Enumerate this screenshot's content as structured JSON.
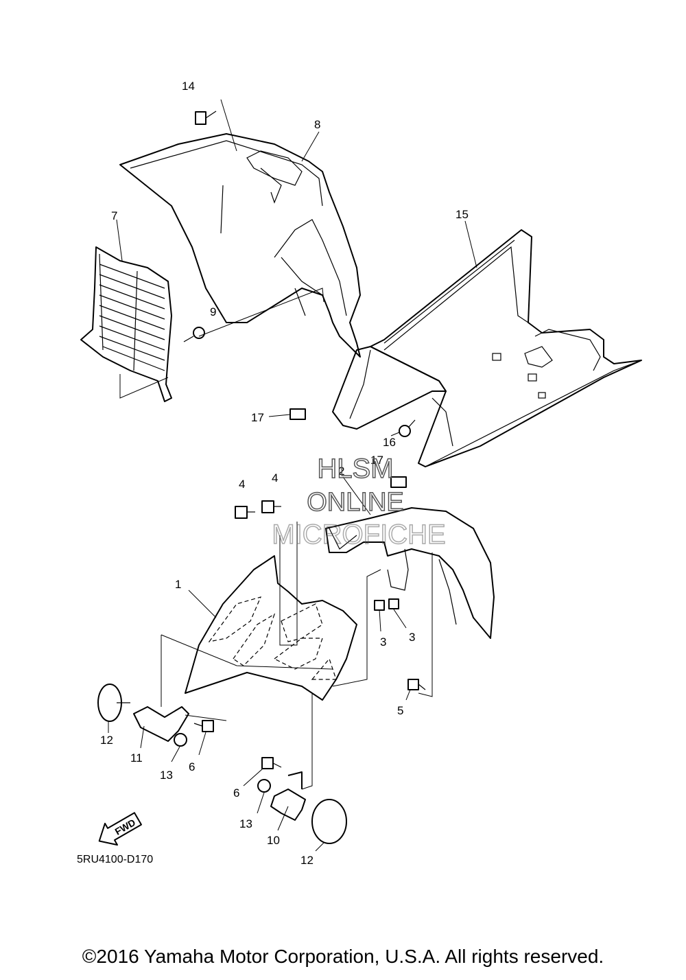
{
  "labels": {
    "p1": "1",
    "p2": "2",
    "p3a": "3",
    "p3b": "3",
    "p4a": "4",
    "p4b": "4",
    "p5": "5",
    "p6a": "6",
    "p6b": "6",
    "p7": "7",
    "p8": "8",
    "p9": "9",
    "p10": "10",
    "p11": "11",
    "p12a": "12",
    "p12b": "12",
    "p13a": "13",
    "p13b": "13",
    "p14": "14",
    "p15": "15",
    "p16": "16",
    "p17a": "17",
    "p17b": "17"
  },
  "fwd_label": "FWD",
  "diagram_id": "5RU4100-D170",
  "watermark": {
    "line1": "HLSM",
    "line2": "ONLINE",
    "line3": "MICROFICHE"
  },
  "copyright": "©2016 Yamaha Motor Corporation, U.S.A. All rights reserved."
}
